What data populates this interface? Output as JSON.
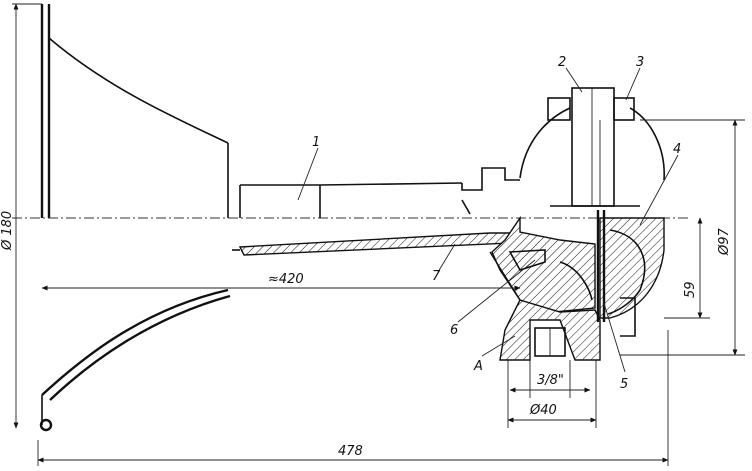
{
  "dimensions": {
    "horn_diameter": "Ø 180",
    "length_to_throat": "≈420",
    "overall_length": "478",
    "port_diameter": "Ø97",
    "height": "59",
    "thread": "3/8\"",
    "base_diameter": "Ø40"
  },
  "callouts": {
    "c1": "1",
    "c2": "2",
    "c3": "3",
    "c4": "4",
    "c5": "5",
    "c6": "6",
    "c7": "7",
    "cA": "A"
  }
}
